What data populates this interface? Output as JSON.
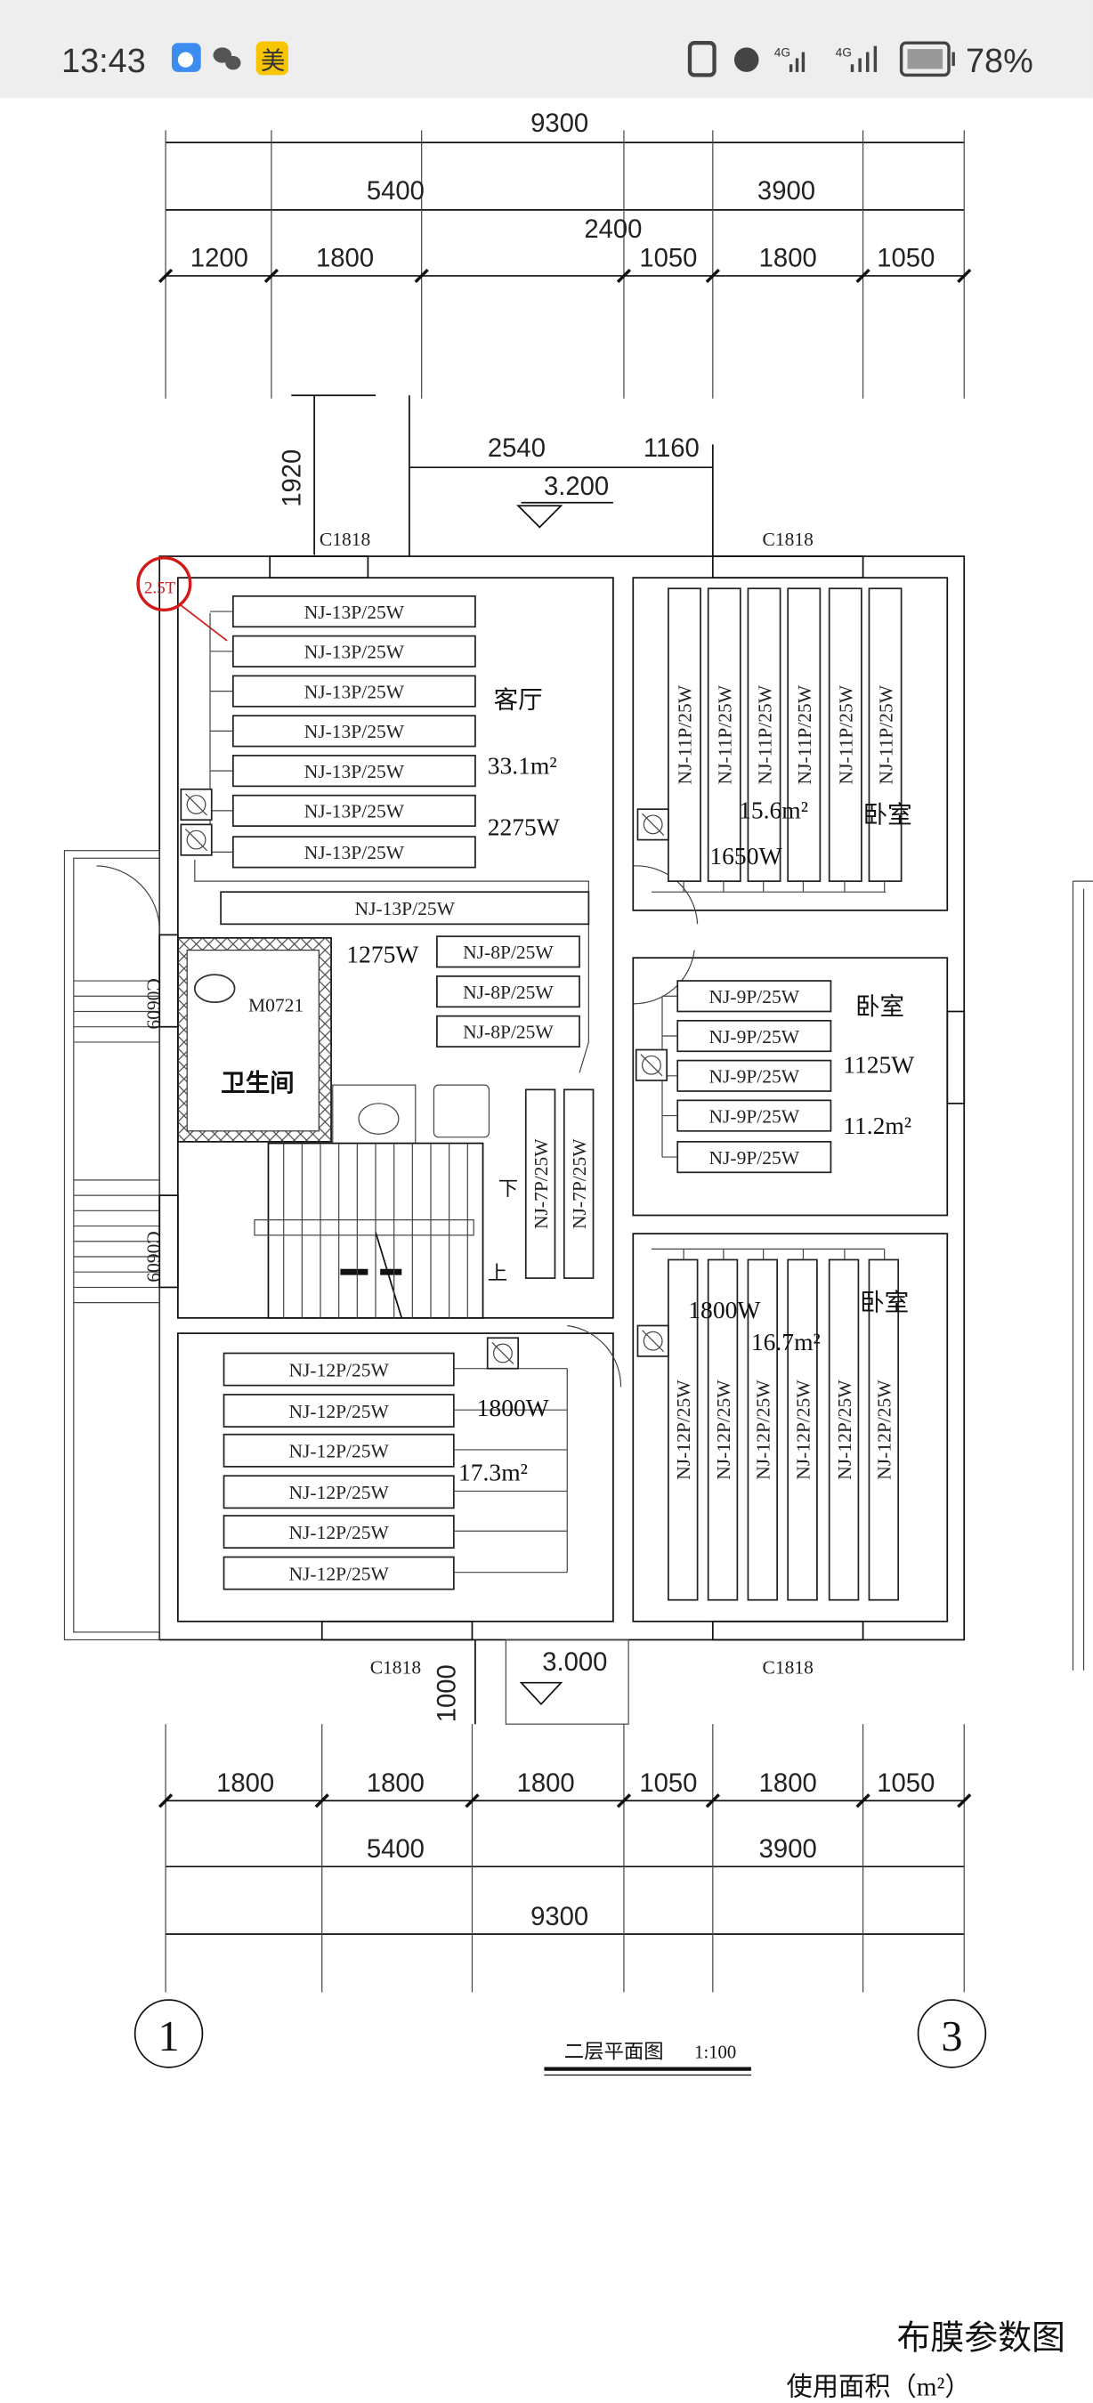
{
  "status_bar": {
    "time": "13:43",
    "battery": "78%",
    "app_badge": "美",
    "net1": "4G",
    "net2": "4G"
  },
  "dimensions_top": {
    "total": "9300",
    "left": "5400",
    "right": "3900",
    "mid": "2400",
    "segments": [
      "1200",
      "1800",
      "1050",
      "1800",
      "1050"
    ],
    "upper_left": "1920",
    "upper_a": "2540",
    "upper_b": "1160",
    "elevation": "3.200"
  },
  "windows": {
    "top_left": "C1818",
    "top_right": "C1818",
    "bottom_left": "C1818",
    "bottom_right": "C1818",
    "side_a": "C0609",
    "side_b": "C0609"
  },
  "marker": "2.5T",
  "rooms": {
    "living": {
      "name": "客厅",
      "area": "33.1m²",
      "power": "2275W",
      "panel": "NJ-13P/25W",
      "count": 7
    },
    "hall": {
      "panel_long": "NJ-13P/25W",
      "power": "1275W",
      "panel": "NJ-8P/25W",
      "count": 3,
      "panel_v": "NJ-7P/25W"
    },
    "bathroom": {
      "name": "卫生间",
      "door": "M0721"
    },
    "bed1": {
      "name": "卧室",
      "area": "15.6m²",
      "power": "1650W",
      "panel": "NJ-11P/25W",
      "count": 6
    },
    "bed2": {
      "name": "卧室",
      "area": "11.2m²",
      "power": "1125W",
      "panel": "NJ-9P/25W",
      "count": 5
    },
    "bed3": {
      "name": "卧室",
      "area": "16.7m²",
      "power": "1800W",
      "panel": "NJ-12P/25W",
      "count": 6
    },
    "room4": {
      "area": "17.3m²",
      "power": "1800W",
      "panel": "NJ-12P/25W",
      "count": 6
    }
  },
  "stairs": {
    "down": "下",
    "up": "上"
  },
  "dimensions_bottom": {
    "elevation": "3.000",
    "side": "1000",
    "segments": [
      "1800",
      "1800",
      "1800",
      "1050",
      "1800",
      "1050"
    ],
    "left": "5400",
    "right": "3900",
    "total": "9300"
  },
  "axes": {
    "left": "1",
    "right": "3"
  },
  "drawing_title": "二层平面图",
  "drawing_scale": "1:100",
  "legend_title": "布膜参数图",
  "legend_sub": "使用面积（m²）"
}
